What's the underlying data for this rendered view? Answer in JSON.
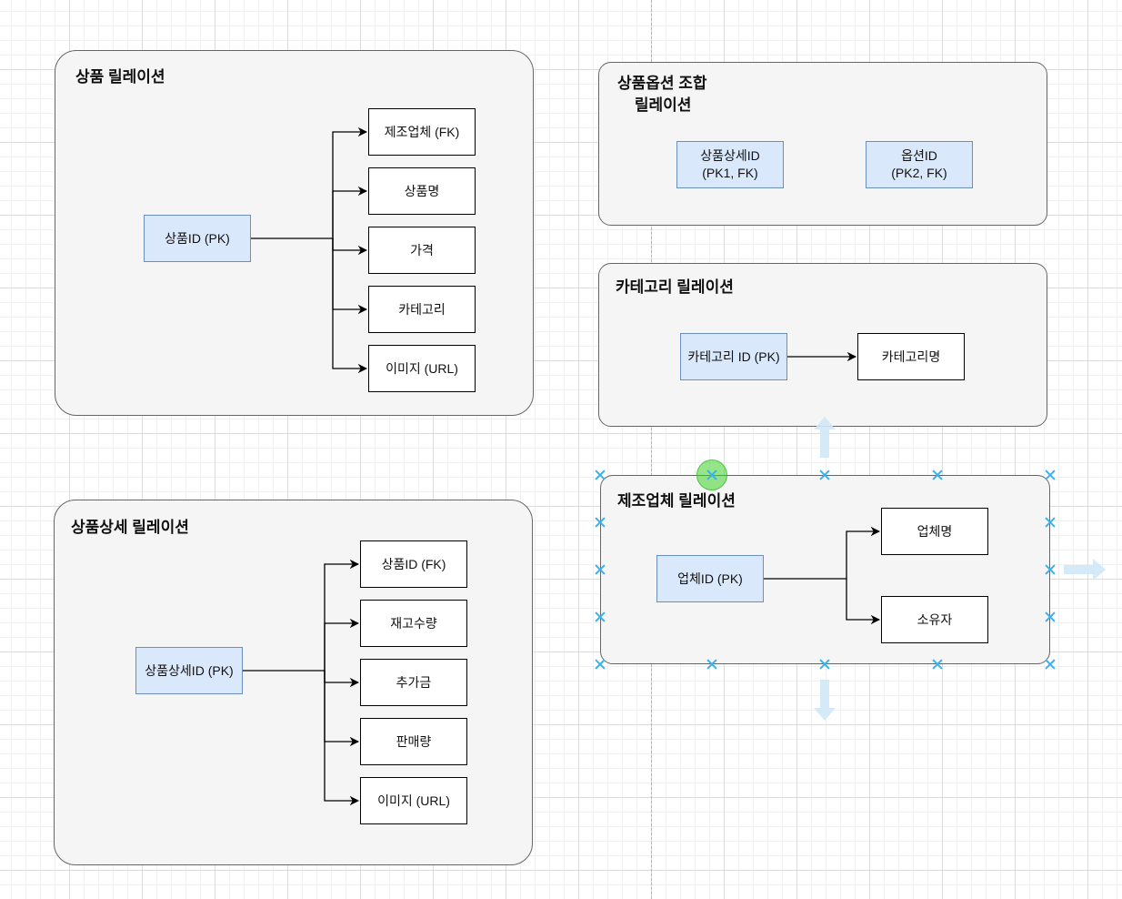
{
  "containers": {
    "product": {
      "title": "상품 릴레이션",
      "pk": "상품ID (PK)",
      "fields": [
        "제조업체 (FK)",
        "상품명",
        "가격",
        "카테고리",
        "이미지 (URL)"
      ]
    },
    "product_option": {
      "title": "상품옵션 조합\n    릴레이션",
      "keys": [
        "상품상세ID\n(PK1, FK)",
        "옵션ID\n(PK2, FK)"
      ]
    },
    "category": {
      "title": "카테고리 릴레이션",
      "pk": "카테고리 ID (PK)",
      "fields": [
        "카테고리명"
      ]
    },
    "product_detail": {
      "title": "상품상세 릴레이션",
      "pk": "상품상세ID (PK)",
      "fields": [
        "상품ID (FK)",
        "재고수량",
        "추가금",
        "판매량",
        "이미지 (URL)"
      ]
    },
    "manufacturer": {
      "title": "제조업체 릴레이션",
      "pk": "업체ID (PK)",
      "fields": [
        "업체명",
        "소유자"
      ]
    }
  },
  "colors": {
    "container_fill": "#f5f5f5",
    "container_stroke": "#666666",
    "pk_fill": "#dae8fc",
    "pk_stroke": "#6c8ebf",
    "selection_handle": "#29a3e6",
    "hover_handle": "#4cd137"
  }
}
